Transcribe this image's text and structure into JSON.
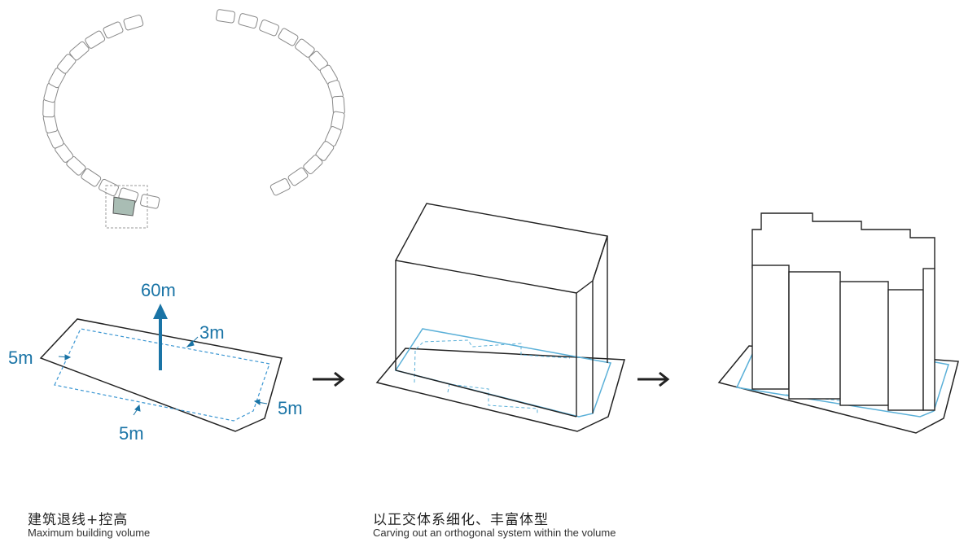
{
  "colors": {
    "accent": "#1a74a6",
    "setback": "#3b96d2",
    "line": "#222222",
    "tile": "#888888",
    "highlight": "#a9bdb4"
  },
  "dimensions": {
    "height": "60m",
    "setback_top": "3m",
    "setback_left": "5m",
    "setback_bottom": "5m",
    "setback_right": "5m"
  },
  "captions": {
    "step1_cn": "建筑退线+控高",
    "step1_en": "Maximum building volume",
    "step2_cn": "以正交体系细化、丰富体型",
    "step2_en": "Carving out an orthogonal system within the volume"
  },
  "icons": {
    "arrow1": "arrow-right-icon",
    "arrow2": "arrow-right-icon"
  }
}
